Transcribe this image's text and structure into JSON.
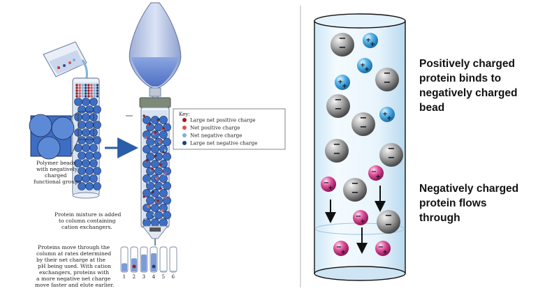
{
  "left_panel": {
    "beads_label": [
      "Polymer beads",
      "with negatively",
      "charged",
      "functional groups"
    ],
    "mixture_label": [
      "Protein mixture is added",
      "to column containing",
      "cation exchangers."
    ],
    "elution_label": [
      "Proteins move through the",
      "column at rates determined",
      "by their net charge at the",
      "pH being used. With cation",
      "exchangers, proteins with",
      "a more negative net charge",
      "move faster and elute earlier."
    ],
    "tube_numbers": [
      "1",
      "2",
      "3",
      "4",
      "5",
      "6"
    ],
    "key": {
      "title": "Key:",
      "items": [
        {
          "label": "Large net positive charge",
          "color": "#9b1b1b"
        },
        {
          "label": "Net positive charge",
          "color": "#d9534f"
        },
        {
          "label": "Net negative charge",
          "color": "#7fb0d8"
        },
        {
          "label": "Large net negative charge",
          "color": "#1f3f7a"
        }
      ]
    }
  },
  "right_panel": {
    "top_label": [
      "Positively charged",
      "protein binds to",
      "negatively charged",
      "bead"
    ],
    "bottom_label": [
      "Negatively charged",
      "protein flows",
      "through"
    ],
    "colors": {
      "negative_bead": "#8c8c8c",
      "positive_protein": "#45a8e0",
      "negative_protein": "#d6338a"
    }
  }
}
